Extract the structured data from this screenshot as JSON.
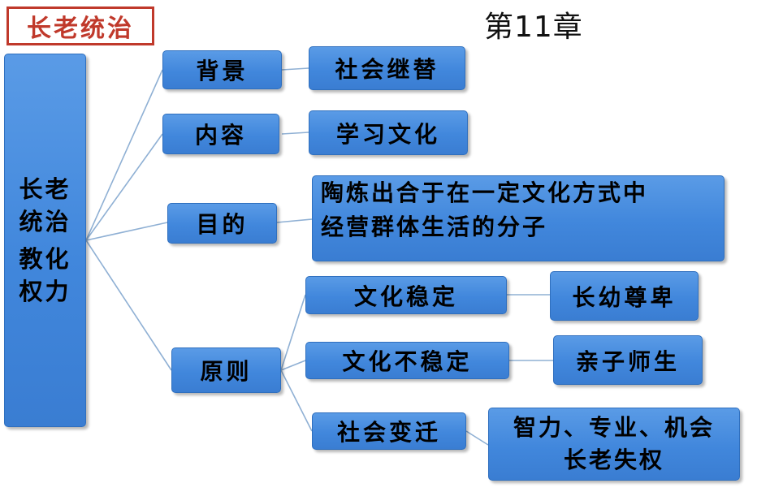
{
  "header": {
    "title": "长老统治",
    "chapter": "第11章"
  },
  "root": {
    "line1": "长老",
    "line2": "统治",
    "line3": "教化",
    "line4": "权力"
  },
  "branches": {
    "background": {
      "label": "背景",
      "detail": "社会继替"
    },
    "content": {
      "label": "内容",
      "detail": "学习文化"
    },
    "purpose": {
      "label": "目的",
      "detail_line1": "陶炼出合于在一定文化方式中",
      "detail_line2": "经营群体生活的分子"
    },
    "principle": {
      "label": "原则",
      "items": [
        {
          "label": "文化稳定",
          "detail": "长幼尊卑"
        },
        {
          "label": "文化不稳定",
          "detail": "亲子师生"
        },
        {
          "label": "社会变迁",
          "detail_line1": "智力、专业、机会",
          "detail_line2": "长老失权"
        }
      ]
    }
  },
  "colors": {
    "node_fill": "#4187dc",
    "title_red": "#c0392b",
    "connector": "#8fb0d4"
  }
}
